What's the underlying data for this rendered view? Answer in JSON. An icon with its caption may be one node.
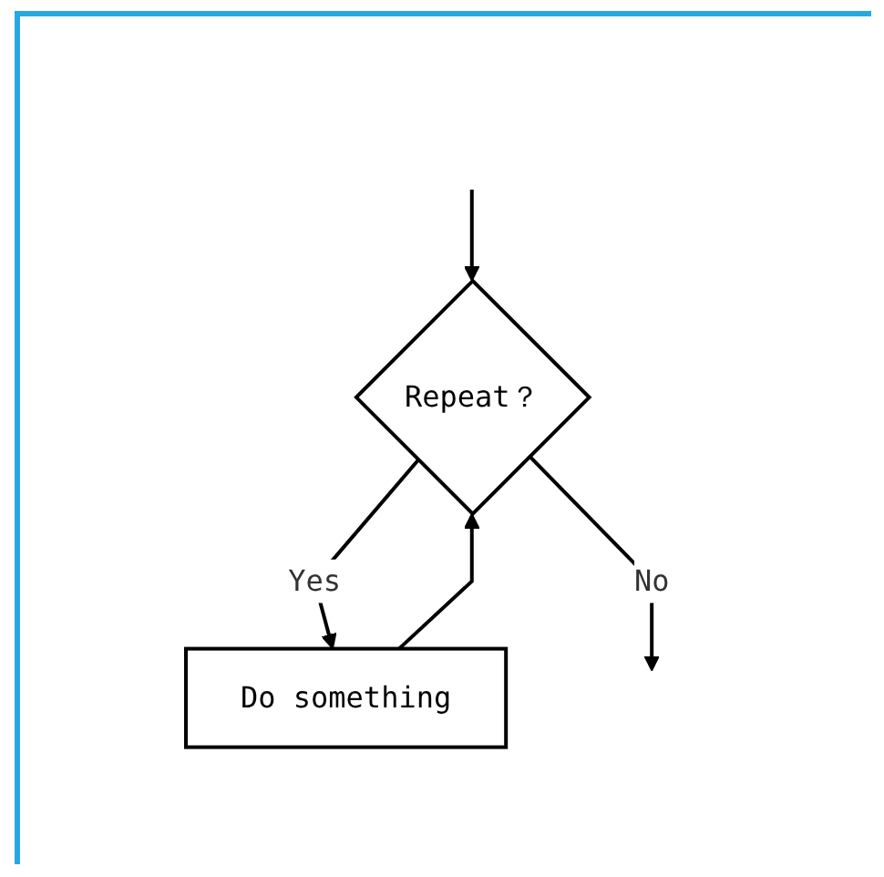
{
  "diagram": {
    "nodes": [
      {
        "text": [
          "Repeat？"
        ]
      },
      {
        "text": [
          "Do something"
        ]
      }
    ],
    "edges": [
      {
        "from": null,
        "to": 0,
        "arrow": "to"
      },
      {
        "from": 0,
        "to": 1,
        "label": "Yes",
        "arrow": "to"
      },
      {
        "from": 1,
        "to": 0,
        "arrow": "to"
      },
      {
        "from": 0,
        "to": null,
        "label": "No",
        "arrow": "to"
      }
    ]
  }
}
